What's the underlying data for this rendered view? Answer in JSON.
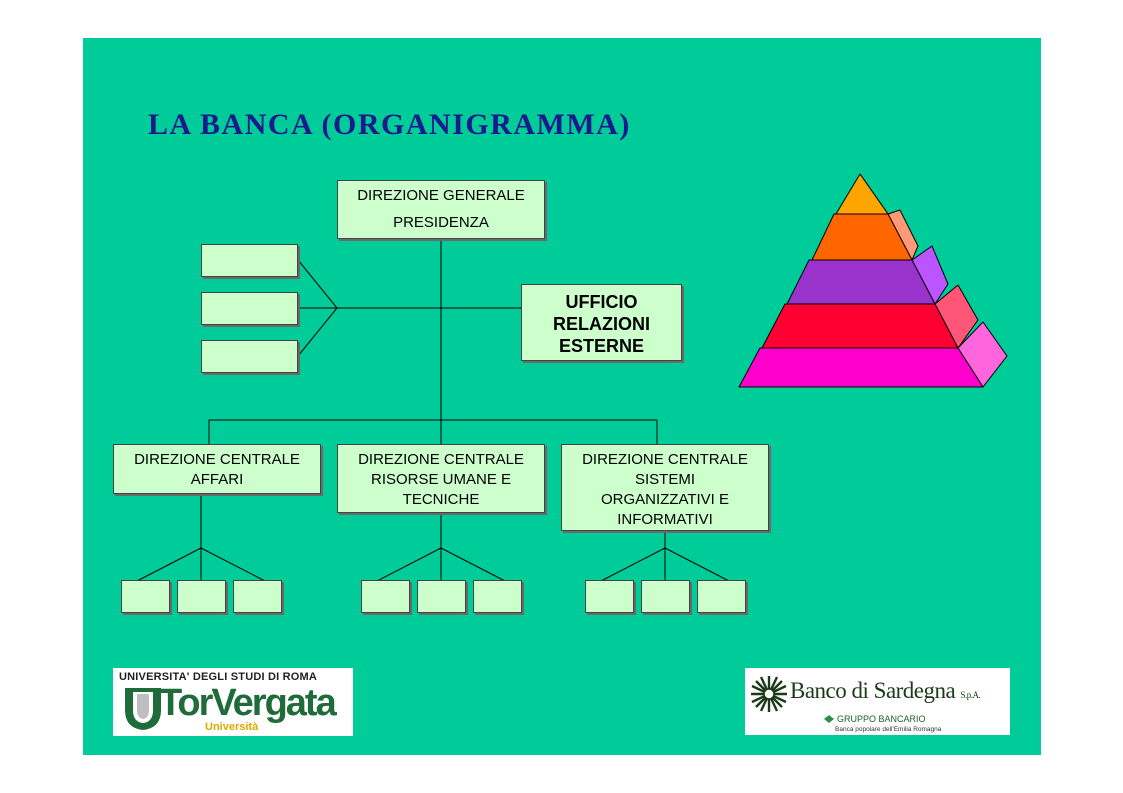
{
  "slide": {
    "background": "#00cc99"
  },
  "title": "LA BANCA (ORGANIGRAMMA)",
  "org": {
    "top_box": {
      "line1": "DIREZIONE GENERALE",
      "line2": "PRESIDENZA"
    },
    "staff_box": {
      "line1": "UFFICIO",
      "line2": "RELAZIONI",
      "line3": "ESTERNE"
    },
    "divisions": [
      {
        "lines": [
          "DIREZIONE CENTRALE",
          "AFFARI"
        ]
      },
      {
        "lines": [
          "DIREZIONE CENTRALE",
          "RISORSE UMANE E",
          "TECNICHE"
        ]
      },
      {
        "lines": [
          "DIREZIONE CENTRALE",
          "SISTEMI",
          "ORGANIZZATIVI E",
          "INFORMATIVI"
        ]
      }
    ]
  },
  "colors": {
    "box_fill": "#ccffcc",
    "title": "#1a1a8c",
    "pyramid_levels": [
      "#ffa500",
      "#ff6600",
      "#9933cc",
      "#ff0033",
      "#ff00cc"
    ]
  },
  "logos": {
    "left": {
      "top_text": "UNIVERSITA' DEGLI STUDI DI ROMA",
      "name": "TorVergata",
      "sub": "Università"
    },
    "right": {
      "name": "Banco di Sardegna",
      "suffix": "S.p.A.",
      "group": "GRUPPO BANCARIO",
      "sub": "Banca popolare dell'Emilia Romagna"
    }
  }
}
